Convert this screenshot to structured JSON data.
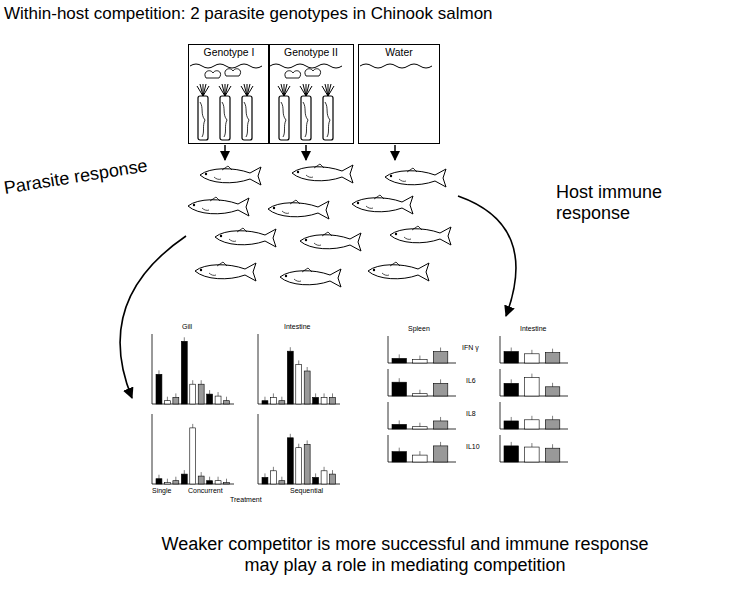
{
  "diagram": {
    "title": "Within-host competition: 2 parasite genotypes in Chinook salmon",
    "caption": "Weaker competitor is more successful and immune response may play a role in mediating competition",
    "nodes": [
      {
        "text": [
          "Genotype I"
        ]
      },
      {
        "text": [
          "Genotype II"
        ]
      },
      {
        "text": [
          "Water"
        ]
      }
    ],
    "labels": [
      "Parasite response",
      "Host immune response",
      "Gill",
      "Intestine",
      "Single",
      "Concurrent",
      "Sequential",
      "Treatment",
      "Spleen",
      "Intestine",
      "IFN γ",
      "IL6",
      "IL8",
      "IL10"
    ]
  }
}
